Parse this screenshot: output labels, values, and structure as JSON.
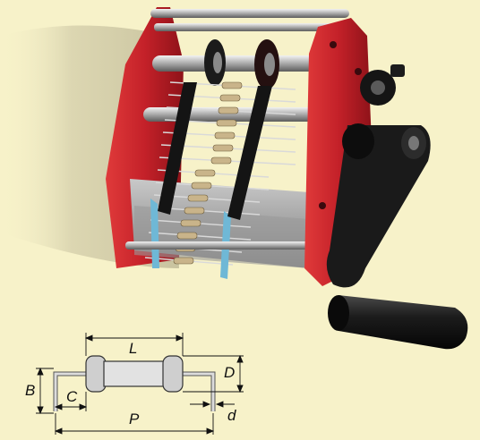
{
  "photo": {
    "subject": "resistor-lead-cutting-and-bending-machine",
    "colors": {
      "background": "#f7f2c9",
      "frame": "#b8202a",
      "frame_dark": "#7a0f16",
      "metal": "#8a8a8a",
      "steel_light": "#d6d6d6",
      "handle": "#1a1a1a",
      "tape": "#6fb8d6"
    }
  },
  "diagram": {
    "labels": {
      "length": "L",
      "height": "B",
      "cut": "C",
      "diameter": "D",
      "pitch": "P",
      "lead": "d"
    }
  }
}
